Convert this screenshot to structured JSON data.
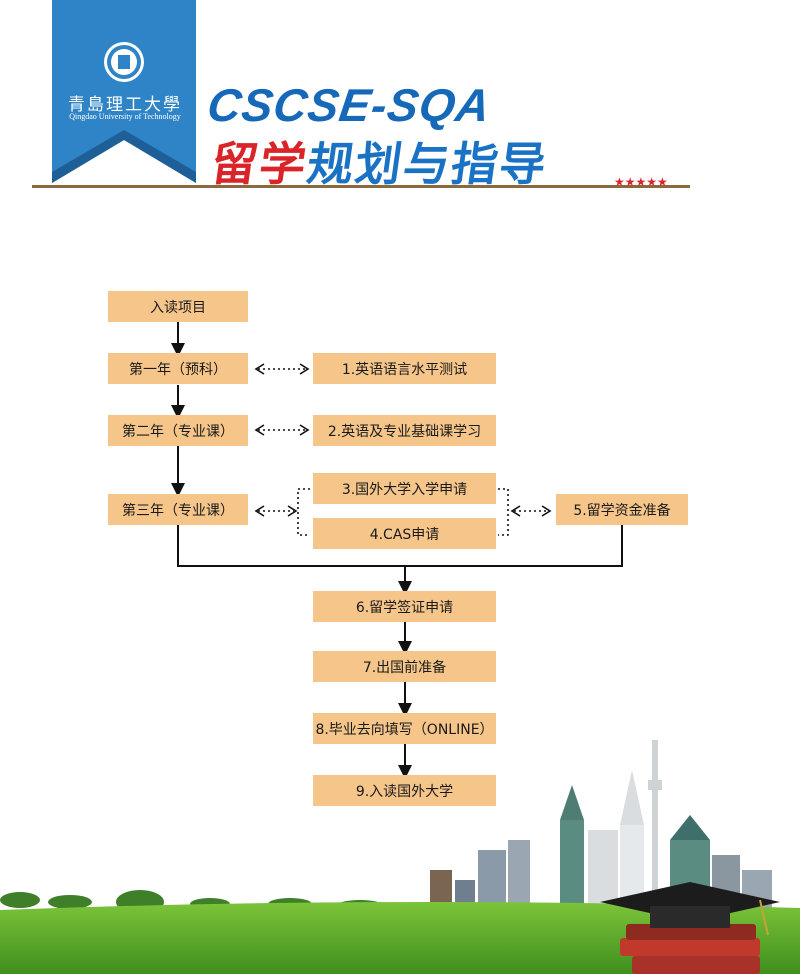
{
  "header": {
    "university_cn": "青島理工大學",
    "university_en": "Qingdao University of Technology",
    "brand": "CSCSE-SQA",
    "title_part1": "留学",
    "title_part2": "规划与指导",
    "stars": "★★★★★"
  },
  "flow": {
    "enroll": "入读项目",
    "year1": "第一年（预科）",
    "year2": "第二年（专业课）",
    "year3": "第三年（专业课）",
    "step1": "1.英语语言水平测试",
    "step2": "2.英语及专业基础课学习",
    "step3": "3.国外大学入学申请",
    "step4": "4.CAS申请",
    "step5": "5.留学资金准备",
    "step6": "6.留学签证申请",
    "step7": "7.出国前准备",
    "step8": "8.毕业去向填写（ONLINE）",
    "step9": "9.入读国外大学"
  },
  "colors": {
    "box": "#f5c58a",
    "ribbon": "#2f84c8",
    "title_red": "#d9242a",
    "title_blue": "#1a72c4",
    "grass": "#5aa829",
    "sky": "#ffffff"
  }
}
